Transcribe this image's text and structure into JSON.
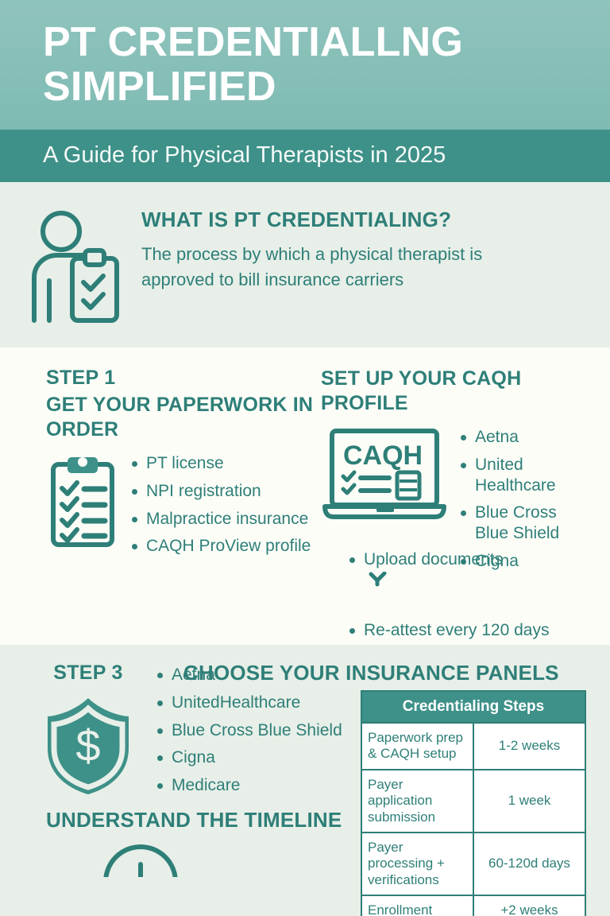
{
  "header": {
    "title": "PT CREDENTIALLNG SIMPLIFIED",
    "subtitle": "A Guide for Physical Therapists in 2025",
    "title_bg": "#8FC3BC",
    "subtitle_bg": "#3E9189"
  },
  "theme": {
    "teal": "#2E7F78",
    "teal_mid": "#3E9189",
    "mint_band": "#E7EFE8",
    "cream_band": "#FDFDF8",
    "white": "#FFFFFF"
  },
  "what_is": {
    "icon": "person-with-clipboard-icon",
    "heading": "WHAT IS PT CREDENTIALING?",
    "description": "The process by which a physical therapist is approved to bill insurance carriers"
  },
  "step1": {
    "label": "STEP 1",
    "heading": "GET YOUR PAPERWORK IN ORDER",
    "icon": "clipboard-checklist-icon",
    "items": [
      "PT license",
      "NPI registration",
      "Malpractice insurance",
      "CAQH ProView profile"
    ]
  },
  "step2": {
    "heading": "SET UP YOUR CAQH PROFILE",
    "icon": "laptop-caqh-icon",
    "icon_label": "CAQH",
    "payers": [
      "Aetna",
      "United Healthcare",
      "Blue Cross Blue Shield",
      "Cigna"
    ],
    "tasks": [
      "Upload documents",
      "Re-attest every 120 days"
    ],
    "task_icon": "double-chevron-down-icon"
  },
  "step3": {
    "label": "STEP 3",
    "heading": "CHOOSE YOUR INSURANCE PANELS",
    "icon": "shield-dollar-icon",
    "panels": [
      "Aetna",
      "UnitedHealthcare",
      "Blue Cross Blue Shield",
      "Cigna",
      "Medicare"
    ]
  },
  "timeline": {
    "heading": "UNDERSTAND THE TIMELINE",
    "icon": "clock-icon",
    "table": {
      "header": "Credentialing Steps",
      "rows": [
        {
          "step": "Paperwork prep & CAQH setup",
          "duration": "1-2 weeks"
        },
        {
          "step": "Payer application submission",
          "duration": "1 week"
        },
        {
          "step": "Payer processing + verifications",
          "duration": "60-120d days"
        },
        {
          "step": "Enrollment",
          "duration": "+2 weeks"
        }
      ]
    }
  }
}
